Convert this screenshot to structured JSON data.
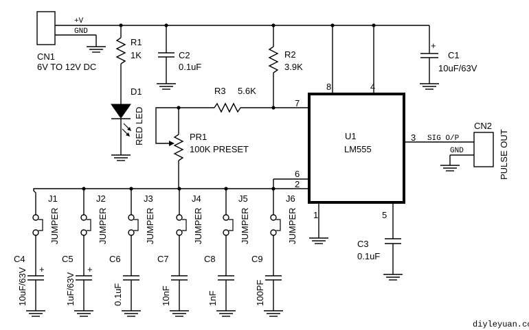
{
  "nets": {
    "vplus": "+V",
    "gnd": "GND",
    "sig": "SIG O/P",
    "gnd_out": "GND"
  },
  "cn1": {
    "ref": "CN1",
    "value": "6V TO 12V DC"
  },
  "cn2": {
    "ref": "CN2",
    "value": "PULSE OUT"
  },
  "r1": {
    "ref": "R1",
    "value": "1K"
  },
  "r2": {
    "ref": "R2",
    "value": "3.9K"
  },
  "r3": {
    "ref": "R3",
    "value": "5.6K"
  },
  "c1": {
    "ref": "C1",
    "value": "10uF/63V",
    "plus": "+"
  },
  "c2": {
    "ref": "C2",
    "value": "0.1uF"
  },
  "c3": {
    "ref": "C3",
    "value": "0.1uF"
  },
  "d1": {
    "ref": "D1",
    "value": "RED LED"
  },
  "pr1": {
    "ref": "PR1",
    "value": "100K PRESET"
  },
  "u1": {
    "ref": "U1",
    "value": "LM555",
    "pins": {
      "p1": "1",
      "p2": "2",
      "p3": "3",
      "p4": "4",
      "p5": "5",
      "p6": "6",
      "p7": "7",
      "p8": "8"
    }
  },
  "jumpers": [
    {
      "ref": "J1",
      "type": "JUMPER"
    },
    {
      "ref": "J2",
      "type": "JUMPER"
    },
    {
      "ref": "J3",
      "type": "JUMPER"
    },
    {
      "ref": "J4",
      "type": "JUMPER"
    },
    {
      "ref": "J5",
      "type": "JUMPER"
    },
    {
      "ref": "J6",
      "type": "JUMPER"
    }
  ],
  "timing_caps": [
    {
      "ref": "C4",
      "value": "10uF/63V",
      "plus": "+"
    },
    {
      "ref": "C5",
      "value": "1uF/63V",
      "plus": "+"
    },
    {
      "ref": "C6",
      "value": "0.1uF"
    },
    {
      "ref": "C7",
      "value": "10nF"
    },
    {
      "ref": "C8",
      "value": "1nF"
    },
    {
      "ref": "C9",
      "value": "100PF"
    }
  ],
  "watermark": "diyleyuan.com"
}
